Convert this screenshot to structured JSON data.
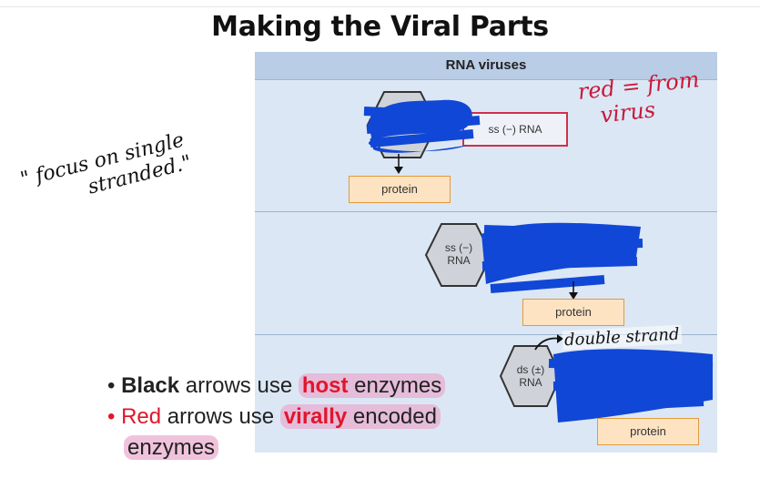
{
  "slide": {
    "title": "Making the Viral Parts"
  },
  "figure": {
    "header": "RNA viruses",
    "row1": {
      "genome_label": "ss (−) RNA",
      "product_label": "protein"
    },
    "row2": {
      "genome_line1": "ss (−)",
      "genome_line2": "RNA",
      "product_label": "protein"
    },
    "row3": {
      "genome_line1": "ds (±)",
      "genome_line2": "RNA",
      "product_label": "protein"
    }
  },
  "annotations": {
    "left_line1": "\" focus on single",
    "left_line2": "stranded.\"",
    "red_line1": "red = from",
    "red_line2": "virus",
    "double_strand": "double strand"
  },
  "bullets": {
    "b1_bold": "Black",
    "b1_mid": " arrows use ",
    "b1_highlight": "host",
    "b1_end": " enzymes",
    "b2_red": "Red",
    "b2_mid": " arrows use ",
    "b2_highlight": "virally",
    "b2_end": " encoded",
    "b2_wrap": "enzymes"
  },
  "colors": {
    "header_bg": "#b9cde6",
    "panel_bg": "#dbe7f4",
    "protein_box": "#fde3c2",
    "red_accent": "#d0304b",
    "scribble": "#1147d6",
    "highlight": "#e9aacd"
  }
}
